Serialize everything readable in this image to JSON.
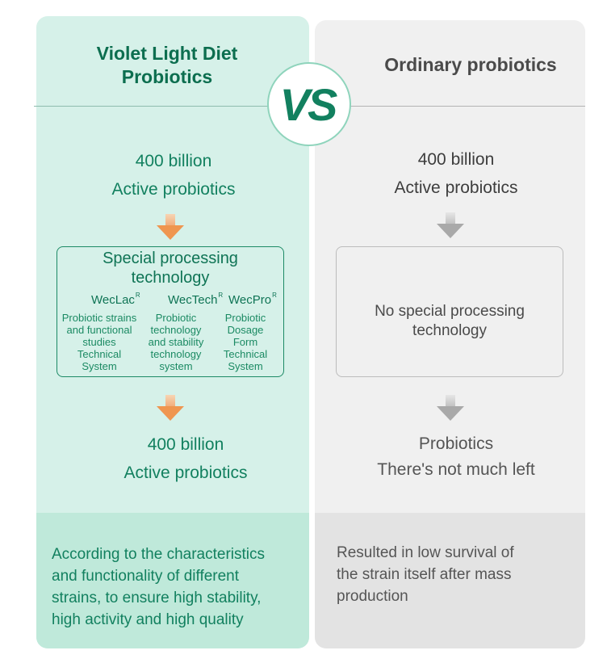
{
  "left": {
    "title_line1": "Violet Light Diet",
    "title_line2": "Probiotics",
    "top_amount": "400 billion",
    "top_label": "Active probiotics",
    "box": {
      "title_line1": "Special processing",
      "title_line2": "technology",
      "brands": [
        {
          "name": "WecLac",
          "mark": "R",
          "desc": [
            "Probiotic strains",
            "and functional",
            "studies",
            "Technical",
            "System"
          ]
        },
        {
          "name": "WecTech",
          "mark": "R",
          "desc": [
            "Probiotic",
            "technology",
            "and stability",
            "technology",
            "system"
          ]
        },
        {
          "name": "WecPro",
          "mark": "R",
          "desc": [
            "Probiotic",
            "Dosage",
            "Form",
            "Technical",
            "System"
          ]
        }
      ]
    },
    "bottom_amount": "400 billion",
    "bottom_label": "Active probiotics",
    "footer": [
      "According to the characteristics",
      "and functionality of different",
      "strains, to ensure high stability,",
      "high activity and high quality"
    ]
  },
  "vs": "VS",
  "right": {
    "title": "Ordinary probiotics",
    "top_amount": "400 billion",
    "top_label": "Active probiotics",
    "box_line1": "No special processing",
    "box_line2": "technology",
    "bottom_line1": "Probiotics",
    "bottom_line2": "There's not much left",
    "footer": [
      "Resulted in low survival of",
      "the strain itself after mass",
      "production"
    ]
  },
  "colors": {
    "accent_green": "#12805f",
    "left_bg": "#d6f1e9",
    "right_bg": "#f0f0f0",
    "arrow_orange": "#ef9650",
    "arrow_gray": "#a9a9a9"
  },
  "icons": [
    "down-arrow-icon"
  ]
}
